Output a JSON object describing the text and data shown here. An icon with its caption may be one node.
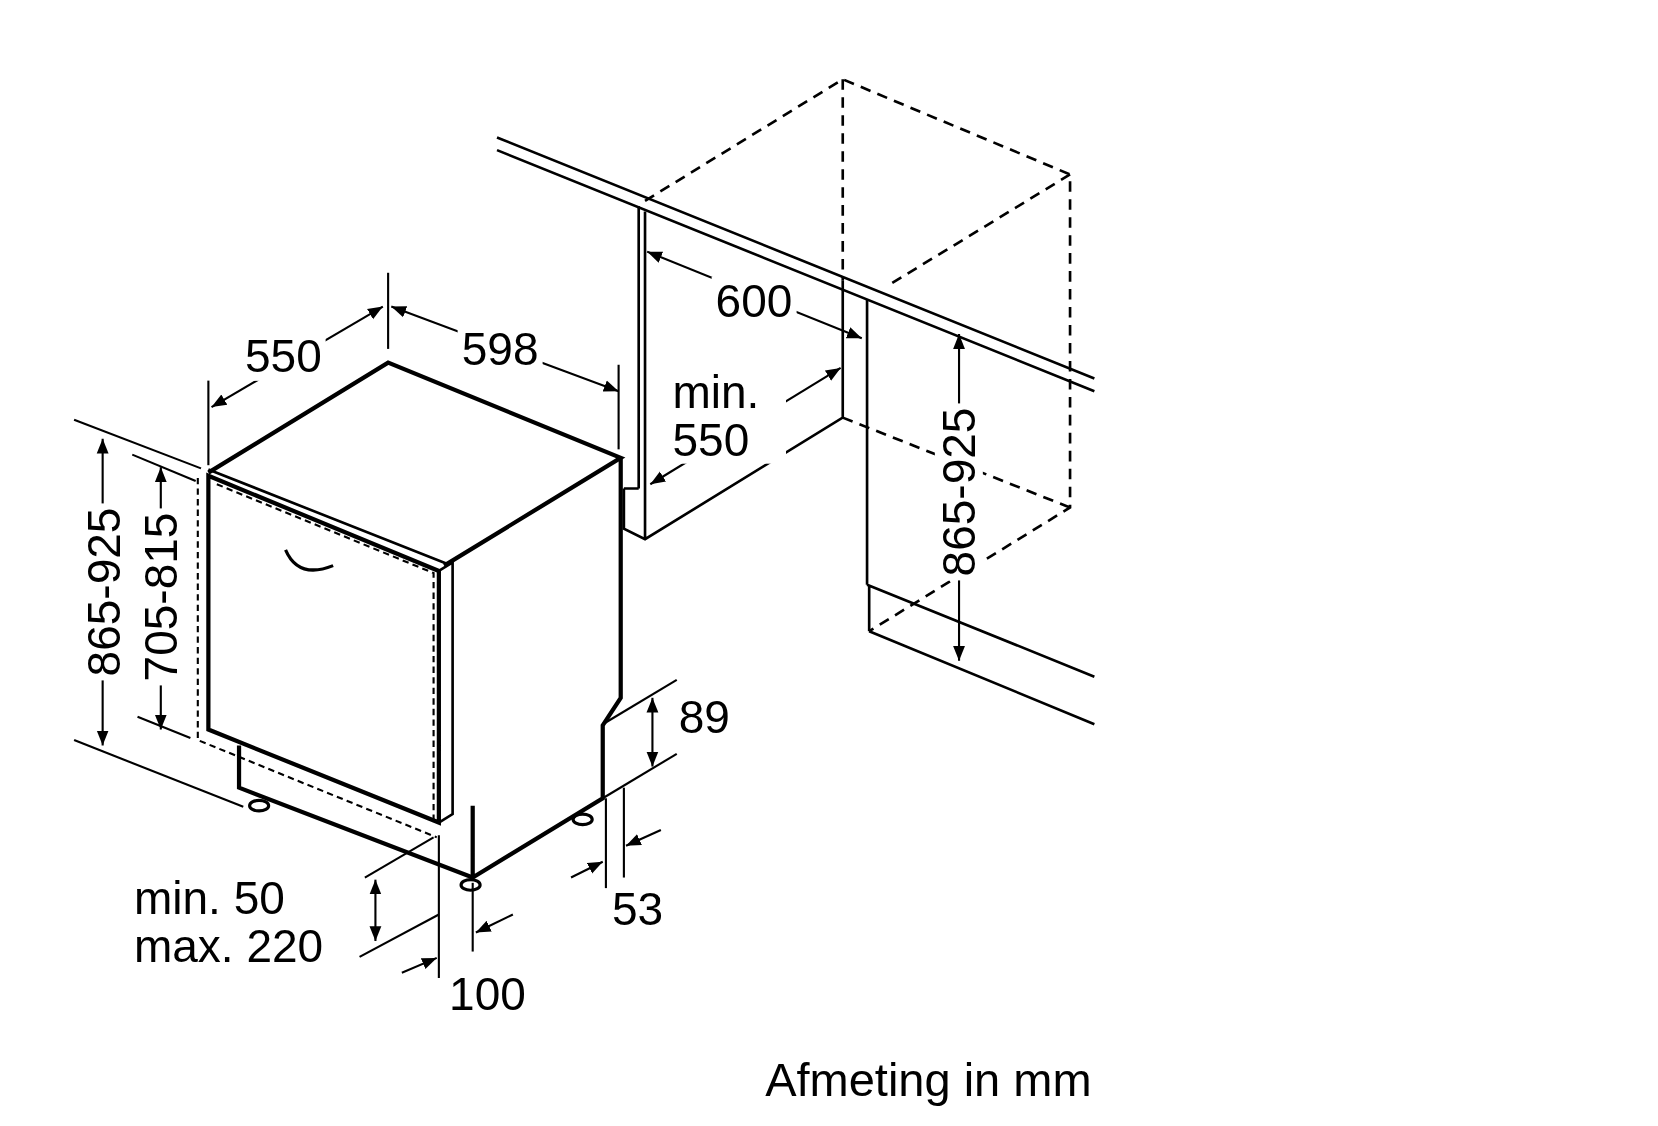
{
  "diagram": {
    "caption": "Afmeting in mm",
    "labels": [
      "600",
      "550",
      "598",
      "min. 550",
      "865-925",
      "865-925",
      "705-815",
      "89",
      "53",
      "min. 50 max. 220",
      "100"
    ]
  }
}
